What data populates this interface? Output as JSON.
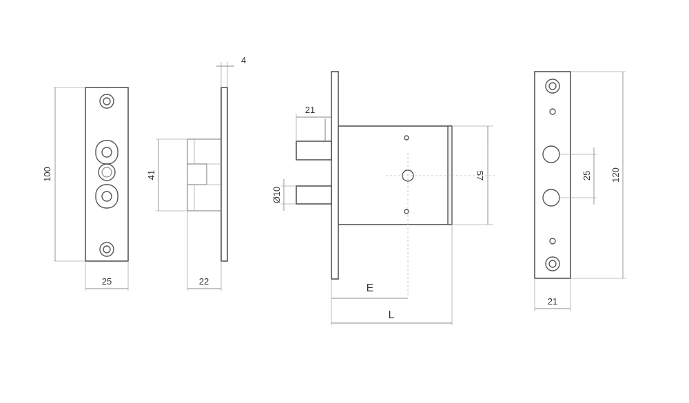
{
  "dimensions": {
    "front_plate_height": "100",
    "front_plate_width": "25",
    "side_thickness": "4",
    "side_bolt_height": "41",
    "side_depth": "22",
    "bolt_protrusion": "21",
    "bolt_diameter": "Ø10",
    "body_height": "57",
    "backset": "E",
    "body_length": "L",
    "strike_hole_spacing": "25",
    "strike_height": "120",
    "strike_width": "21"
  },
  "colors": {
    "line": "#555555",
    "dimension": "#8a8a8a",
    "text": "#333333"
  }
}
